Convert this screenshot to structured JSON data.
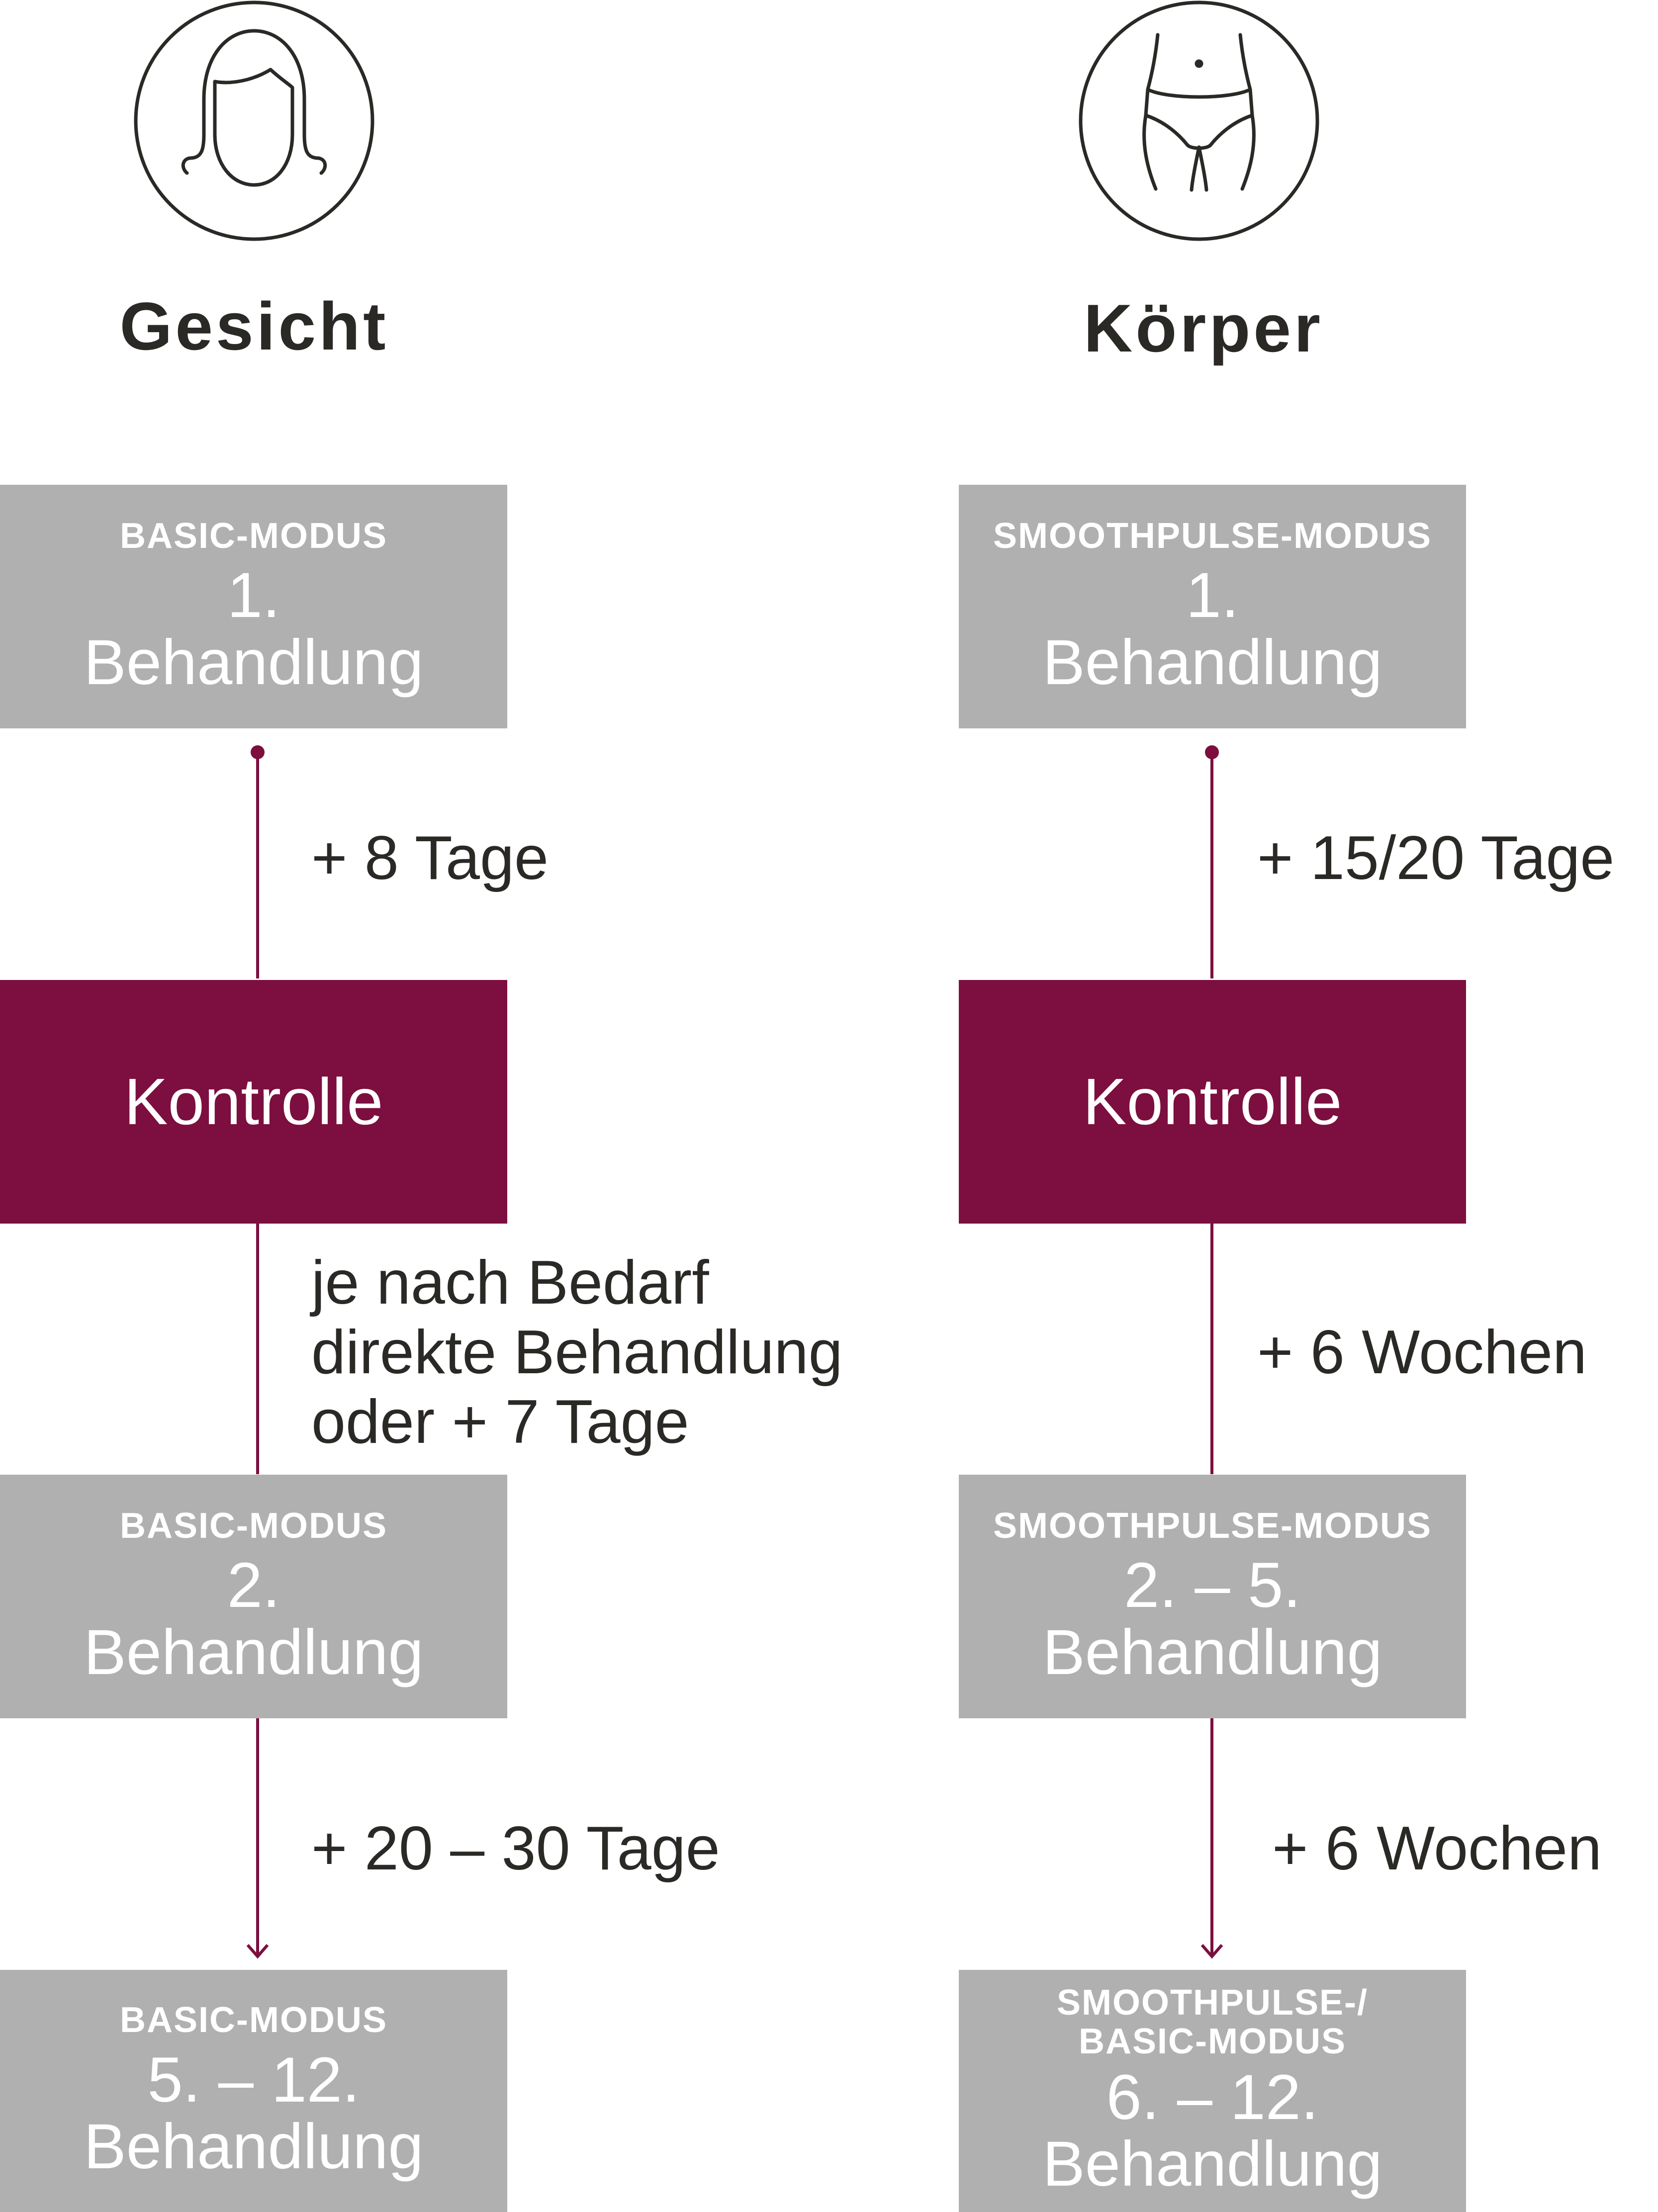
{
  "columns": [
    {
      "title": "Gesicht",
      "icon": "face-icon",
      "boxes": [
        {
          "mode": "BASIC-MODUS",
          "number": "1.",
          "label": "Behandlung"
        },
        {
          "label": "Kontrolle"
        },
        {
          "mode": "BASIC-MODUS",
          "number": "2.",
          "label": "Behandlung"
        },
        {
          "mode": "BASIC-MODUS",
          "number": "5. – 12.",
          "label": "Behandlung"
        }
      ],
      "intervals": [
        {
          "lines": [
            "+ 8 Tage"
          ]
        },
        {
          "lines": [
            "je nach Bedarf",
            "direkte Behandlung",
            "oder + 7 Tage"
          ]
        },
        {
          "lines": [
            "+ 20 – 30 Tage"
          ]
        }
      ]
    },
    {
      "title": "Körper",
      "icon": "body-torso-icon",
      "boxes": [
        {
          "mode": "SMOOTHPULSE-MODUS",
          "number": "1.",
          "label": "Behandlung"
        },
        {
          "label": "Kontrolle"
        },
        {
          "mode": "SMOOTHPULSE-MODUS",
          "number": "2. – 5.",
          "label": "Behandlung"
        },
        {
          "mode_lines": [
            "SMOOTHPULSE-/",
            "BASIC-MODUS"
          ],
          "number": "6. – 12.",
          "label": "Behandlung"
        }
      ],
      "intervals": [
        {
          "lines": [
            "+ 15/20 Tage"
          ]
        },
        {
          "lines": [
            "+ 6 Wochen"
          ]
        },
        {
          "lines": [
            "+ 6 Wochen"
          ]
        }
      ]
    }
  ],
  "colors": {
    "accent": "#7c0f3f",
    "box_gray": "#b0b0b0",
    "text": "#2b2926",
    "icon_stroke": "#2b2926"
  }
}
